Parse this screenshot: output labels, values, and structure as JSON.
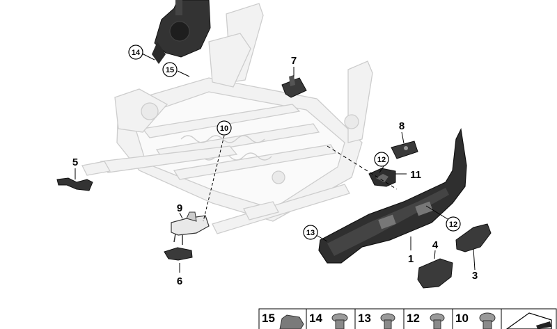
{
  "callouts": {
    "c1": "1",
    "c3": "3",
    "c4": "4",
    "c5": "5",
    "c6": "6",
    "c7": "7",
    "c8": "8",
    "c9": "9",
    "c10": "10",
    "c11": "11",
    "c12a": "12",
    "c12b": "12",
    "c13": "13",
    "c14": "14",
    "c15": "15"
  },
  "legend": {
    "cells": [
      {
        "num": "15",
        "icon": "clip-icon"
      },
      {
        "num": "14",
        "icon": "screw-icon"
      },
      {
        "num": "13",
        "icon": "screw-icon"
      },
      {
        "num": "12",
        "icon": "screw-icon"
      },
      {
        "num": "10",
        "icon": "screw-icon"
      },
      {
        "num": "",
        "icon": "shim-icon"
      }
    ]
  },
  "colors": {
    "frame_outline": "#cfcfcf",
    "frame_fill": "#f1f1f1",
    "part_dark": "#2e2e2e",
    "part_mid": "#555555",
    "line": "#000000"
  }
}
